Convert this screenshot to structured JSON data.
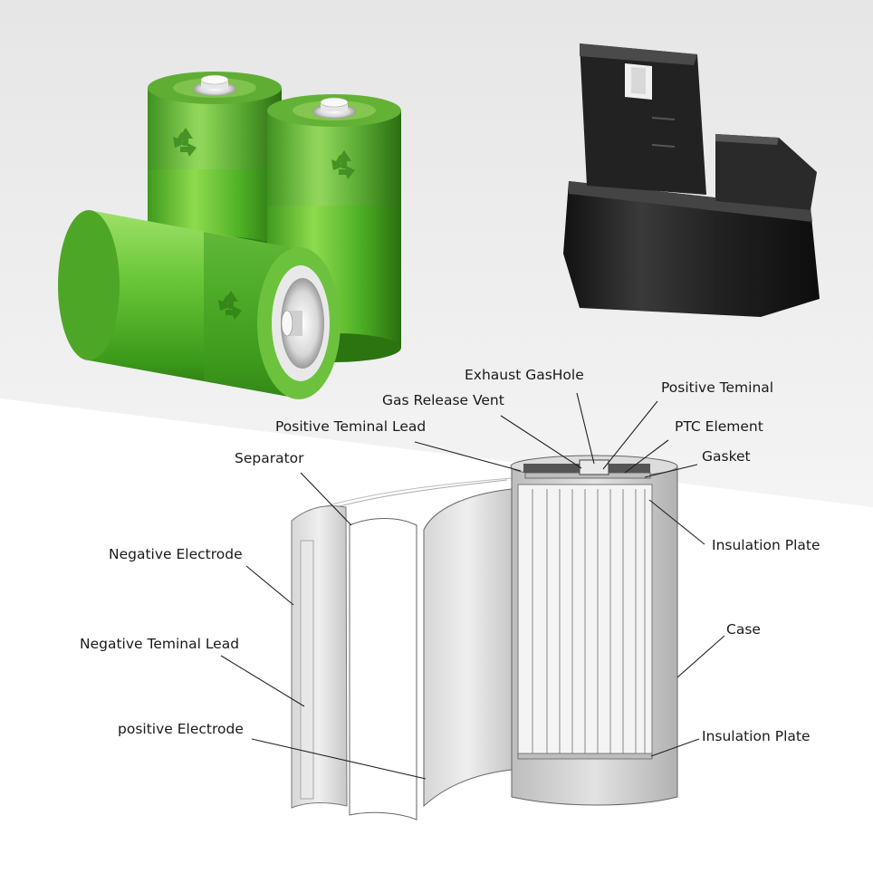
{
  "labels": {
    "exhaust_gas_hole": "Exhaust GasHole",
    "gas_release_vent": "Gas Release Vent",
    "positive_terminal_lead": "Positive Teminal Lead",
    "positive_terminal": "Positive Teminal",
    "ptc_element": "PTC Element",
    "gasket": "Gasket",
    "separator": "Separator",
    "insulation_plate_top": "Insulation Plate",
    "negative_electrode": "Negative Electrode",
    "case": "Case",
    "negative_terminal_lead": "Negative Teminal Lead",
    "positive_electrode": "positive Electrode",
    "insulation_plate_bottom": "Insulation Plate"
  },
  "icons": [
    "recycle-icon",
    "recycle-icon",
    "recycle-icon"
  ],
  "colors": {
    "battery_green": "#5cb82e",
    "battery_dark_green": "#2f7d14",
    "pack_black": "#1c1c1c",
    "background_gray": "#ededed"
  }
}
